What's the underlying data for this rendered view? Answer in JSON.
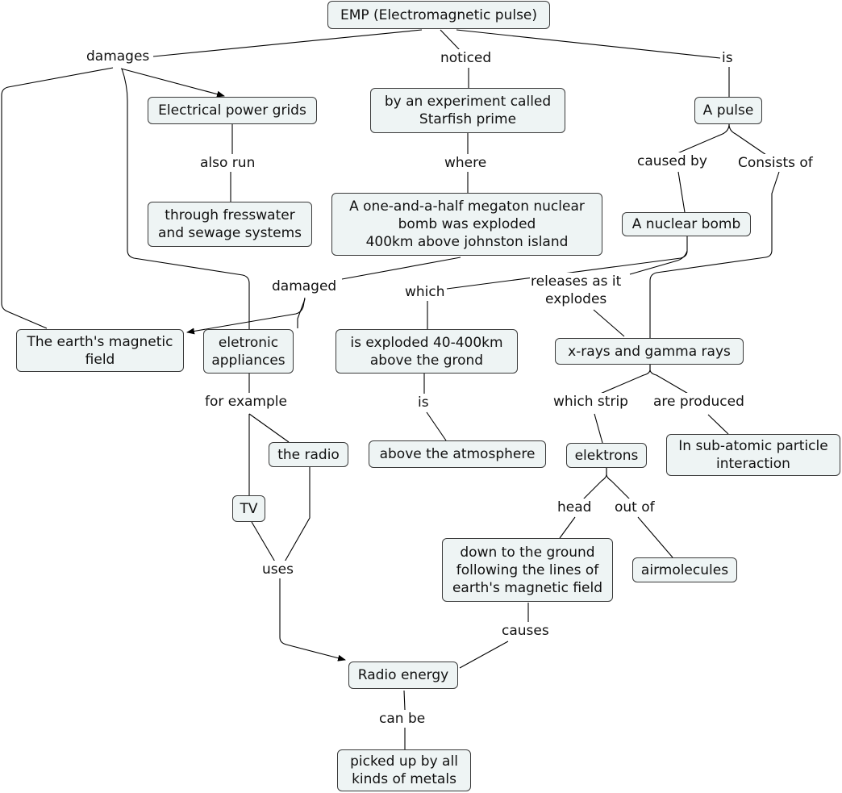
{
  "nodes": {
    "emp": "EMP (Electromagnetic pulse)",
    "power_grids": "Electrical power grids",
    "freshwater": "through fresswater\nand sewage systems",
    "starfish": "by an experiment called\nStarfish prime",
    "megaton": "A one-and-a-half megaton nuclear\nbomb was exploded\n400km above johnston island",
    "pulse": "A pulse",
    "nuclear_bomb": "A nuclear bomb",
    "magnetic_field": "The earth's magnetic\nfield",
    "appliances": "eletronic\nappliances",
    "exploded": "is exploded 40-400km\nabove the grond",
    "xrays": "x-rays and gamma rays",
    "radio": "the radio",
    "atmosphere": "above the atmosphere",
    "elektrons": "elektrons",
    "subatomic": "In sub-atomic particle\ninteraction",
    "tv": "TV",
    "ground": "down to the ground\nfollowing the lines of\nearth's magnetic field",
    "airmolecules": "airmolecules",
    "radio_energy": "Radio energy",
    "metals": "picked up by all\nkinds of metals"
  },
  "labels": {
    "damages": "damages",
    "noticed": "noticed",
    "is_top": "is",
    "also_run": "also run",
    "where": "where",
    "caused_by": "caused by",
    "consists_of": "Consists of",
    "damaged": "damaged",
    "which": "which",
    "releases": "releases as it\nexplodes",
    "for_example": "for example",
    "is_mid": "is",
    "which_strip": "which strip",
    "are_produced": "are produced",
    "head": "head",
    "out_of": "out of",
    "uses": "uses",
    "causes": "causes",
    "can_be": "can be"
  }
}
